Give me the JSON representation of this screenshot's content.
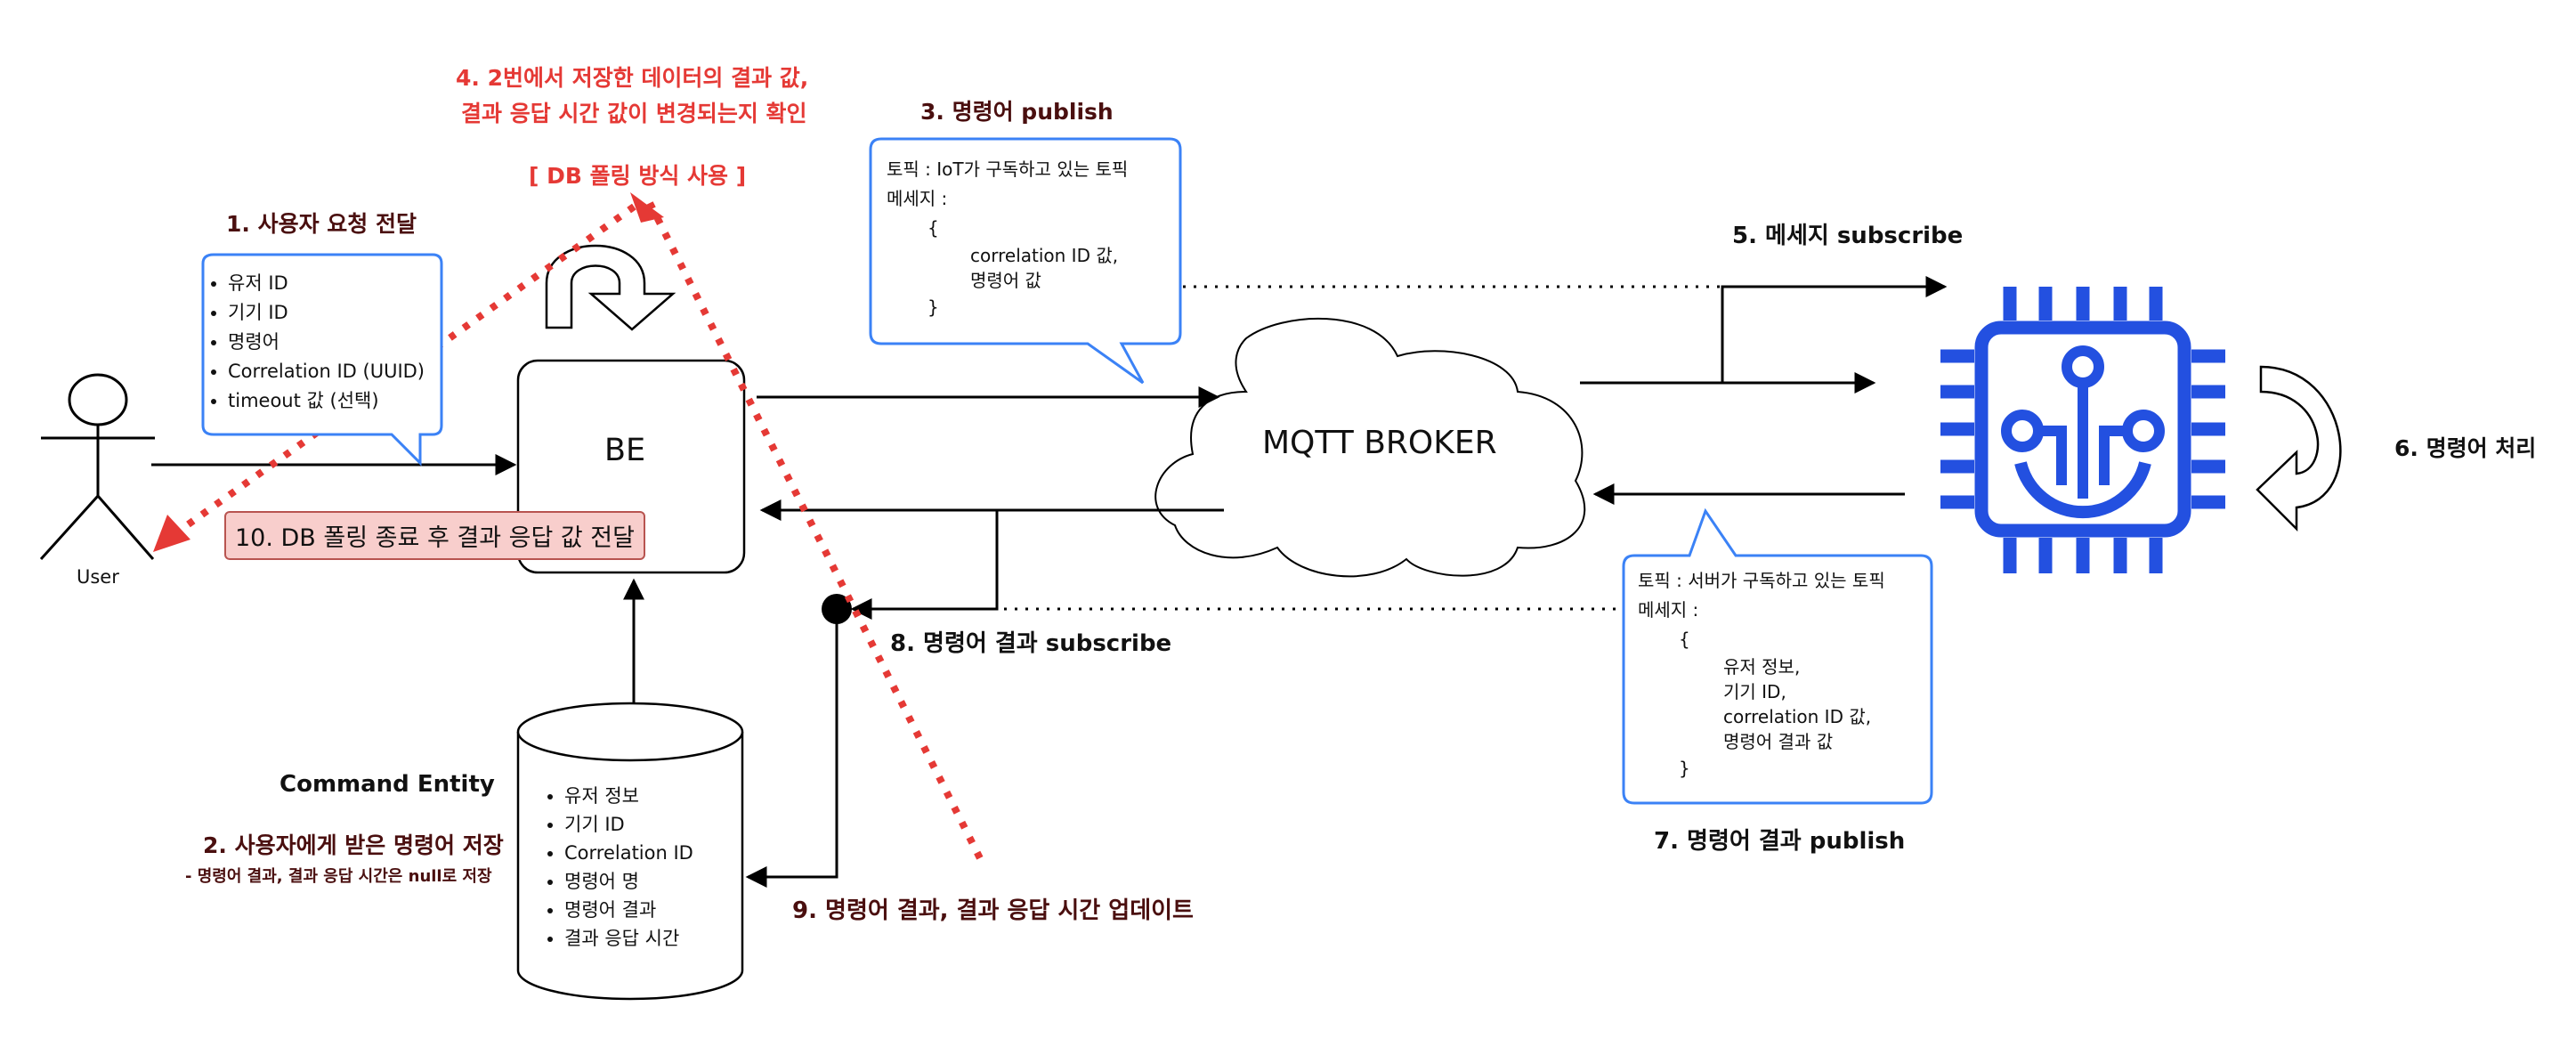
{
  "actor": {
    "label": "User"
  },
  "be": {
    "label": "BE"
  },
  "broker": {
    "label": "MQTT BROKER"
  },
  "entity": {
    "title": "Command Entity",
    "fields": [
      "유저 정보",
      "기기 ID",
      "Correlation ID",
      "명령어 명",
      "명령어 결과",
      "결과 응답 시간"
    ]
  },
  "steps": {
    "s1": "1. 사용자 요청 전달",
    "s2": "2. 사용자에게 받은 명령어 저장",
    "s2_note": "- 명령어 결과, 결과 응답 시간은 null로 저장",
    "s3": "3. 명령어 publish",
    "s4_line1": "4. 2번에서 저장한 데이터의 결과 값,",
    "s4_line2": "결과 응답 시간 값이 변경되는지 확인",
    "s4_note": "[ DB 폴링 방식 사용 ]",
    "s5": "5. 메세지 subscribe",
    "s6": "6. 명령어 처리",
    "s7": "7. 명령어 결과 publish",
    "s8": "8. 명령어 결과 subscribe",
    "s9": "9. 명령어 결과, 결과 응답 시간 업데이트",
    "s10": "10. DB 폴링 종료 후 결과 응답 값 전달"
  },
  "request_callout": {
    "items": [
      "유저 ID",
      "기기 ID",
      "명령어",
      "Correlation ID (UUID)",
      "timeout 값 (선택)"
    ]
  },
  "publish_callout": {
    "lines": [
      "토픽 : IoT가 구독하고 있는 토픽",
      "메세지 :",
      "{",
      "correlation ID 값,",
      "명령어 값",
      "}"
    ]
  },
  "result_callout": {
    "lines": [
      "토픽 : 서버가 구독하고 있는 토픽",
      "메세지 :",
      "{",
      "유저 정보,",
      "기기 ID,",
      "correlation ID 값,",
      "명령어 결과 값",
      "}"
    ]
  },
  "colors": {
    "blue_accent": "#3b82f6",
    "chip": "#2350e0",
    "polling": "#e53935",
    "step_title": "#4a0f0f"
  }
}
